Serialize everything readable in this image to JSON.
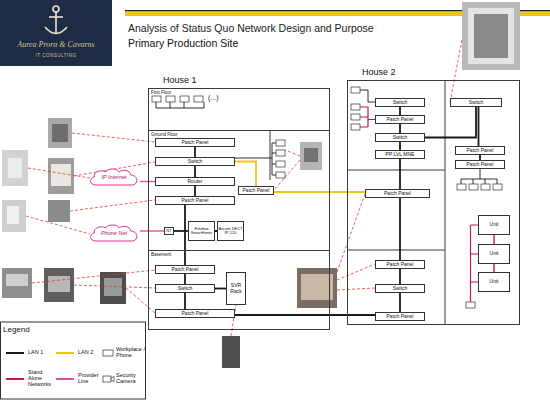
{
  "diagram": {
    "title": "Analysis of Status Quo Network Design and Purpose",
    "nodes": [
      {
        "text": [
          "House 1"
        ]
      },
      {
        "text": [
          "First Floor"
        ],
        "in": 0
      },
      {
        "text": [
          "Ground Floor"
        ],
        "in": 0
      },
      {
        "text": [
          "Basement"
        ],
        "in": 0
      },
      {
        "text": [
          "Patch Panel"
        ],
        "in": 2
      },
      {
        "text": [
          "Switch"
        ],
        "in": 2
      },
      {
        "text": [
          "Router"
        ],
        "in": 2
      },
      {
        "text": [
          "Patch Panel"
        ],
        "in": 2
      },
      {
        "text": [
          "Fritzbox SmartHome"
        ],
        "in": 2
      },
      {
        "text": [
          "Ascom DECT IP-120"
        ],
        "in": 2
      },
      {
        "text": [
          "Patch Panel"
        ],
        "in": 2
      },
      {
        "text": [
          "NT"
        ],
        "in": 2
      },
      {
        "text": [
          "Patch Panel"
        ],
        "in": 3
      },
      {
        "text": [
          "Switch"
        ],
        "in": 3
      },
      {
        "text": [
          "SVR Rack"
        ],
        "in": 3
      },
      {
        "text": [
          "Patch Panel"
        ],
        "in": 3
      },
      {
        "text": [
          "IP Internet"
        ]
      },
      {
        "text": [
          "Phone Net"
        ]
      },
      {
        "text": [
          "House 2"
        ]
      },
      {
        "text": [
          "Switch"
        ],
        "in": 18
      },
      {
        "text": [
          "Patch Panel"
        ],
        "in": 18
      },
      {
        "text": [
          "Switch"
        ],
        "in": 18
      },
      {
        "text": [
          "PP LVL MNE"
        ],
        "in": 18
      },
      {
        "text": [
          "Switch"
        ],
        "in": 18
      },
      {
        "text": [
          "Patch Panel"
        ],
        "in": 18
      },
      {
        "text": [
          "Patch Panel"
        ],
        "in": 18
      },
      {
        "text": [
          "Patch Panel"
        ],
        "in": 18
      },
      {
        "text": [
          "Patch Panel"
        ],
        "in": 18
      },
      {
        "text": [
          "Switch"
        ],
        "in": 18
      },
      {
        "text": [
          "Patch Panel"
        ],
        "in": 18
      },
      {
        "text": [
          "Unit"
        ],
        "in": 18
      },
      {
        "text": [
          "Unit"
        ],
        "in": 18
      },
      {
        "text": [
          "Unit"
        ],
        "in": 18
      }
    ],
    "edges": [
      {
        "from": 4,
        "to": 5,
        "arrow": "none"
      },
      {
        "from": 5,
        "to": 6,
        "arrow": "none"
      },
      {
        "from": 6,
        "to": 7,
        "arrow": "none"
      },
      {
        "from": 6,
        "to": 16,
        "arrow": "none"
      },
      {
        "from": 11,
        "to": 17,
        "arrow": "none"
      },
      {
        "from": 11,
        "to": 8,
        "arrow": "none"
      },
      {
        "from": 8,
        "to": 9,
        "arrow": "none"
      },
      {
        "from": 5,
        "to": 10,
        "arrow": "none"
      },
      {
        "from": 10,
        "to": 26,
        "arrow": "none"
      },
      {
        "from": 7,
        "to": 12,
        "arrow": "none"
      },
      {
        "from": 12,
        "to": 13,
        "arrow": "none"
      },
      {
        "from": 13,
        "to": 14,
        "arrow": "none"
      },
      {
        "from": 13,
        "to": 15,
        "arrow": "none"
      },
      {
        "from": 15,
        "to": 29,
        "arrow": "none"
      },
      {
        "from": 29,
        "to": 28,
        "arrow": "none"
      },
      {
        "from": 28,
        "to": 27,
        "arrow": "none"
      },
      {
        "from": 27,
        "to": 26,
        "arrow": "none"
      },
      {
        "from": 26,
        "to": 22,
        "arrow": "none"
      },
      {
        "from": 22,
        "to": 21,
        "arrow": "none"
      },
      {
        "from": 21,
        "to": 20,
        "arrow": "none"
      },
      {
        "from": 20,
        "to": 19,
        "arrow": "none"
      },
      {
        "from": 21,
        "to": 23,
        "arrow": "none"
      },
      {
        "from": 23,
        "to": 24,
        "arrow": "none"
      },
      {
        "from": 24,
        "to": 25,
        "arrow": "none"
      },
      {
        "from": 30,
        "to": 31,
        "arrow": "none"
      },
      {
        "from": 31,
        "to": 32,
        "arrow": "none"
      }
    ],
    "labels": [
      "Aurea Prora & Cavarns",
      "IT CONSULTING",
      "Primary Production Site",
      "(...)",
      "Legend"
    ],
    "legend": [
      {
        "text": "LAN 1"
      },
      {
        "text": "LAN 2"
      },
      {
        "text": "Workplace / Phone"
      },
      {
        "text": "Stand Alone Networks"
      },
      {
        "text": "Provider Line"
      },
      {
        "text": "Security Camera"
      }
    ]
  }
}
